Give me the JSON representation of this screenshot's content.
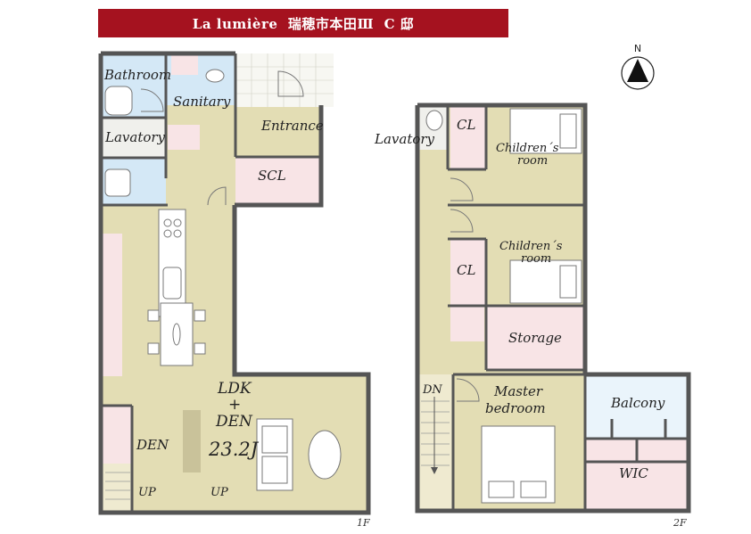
{
  "title": "La lumière  瑞穂市本田Ⅲ  C 邸",
  "north_label": "N",
  "floor_1": {
    "floor_label": "1F",
    "rooms": {
      "bathroom": "Bathroom",
      "sanitary": "Sanitary",
      "lavatory": "Lavatory",
      "entrance": "Entrance",
      "scl": "SCL",
      "ldk_line1": "LDK",
      "ldk_line2": "+",
      "ldk_line3": "DEN",
      "ldk_area": "23.2J",
      "den": "DEN",
      "up1": "UP",
      "up2": "UP"
    }
  },
  "floor_2": {
    "floor_label": "2F",
    "rooms": {
      "lavatory": "Lavatory",
      "cl1": "CL",
      "childrens_room1_line1": "Children´s",
      "childrens_room1_line2": "room",
      "childrens_room2_line1": "Children´s",
      "childrens_room2_line2": "room",
      "cl2": "CL",
      "storage": "Storage",
      "dn": "DN",
      "master_line1": "Master",
      "master_line2": "bedroom",
      "balcony": "Balcony",
      "wic": "WIC"
    }
  },
  "colors": {
    "banner": "#a5121f",
    "wall": "#555555",
    "floor_beige": "#e3ddb4",
    "floor_light": "#efead0",
    "wet_blue": "#d4e8f6",
    "closet_pink": "#f8e4e6",
    "tile_white": "#f7f7f2"
  }
}
